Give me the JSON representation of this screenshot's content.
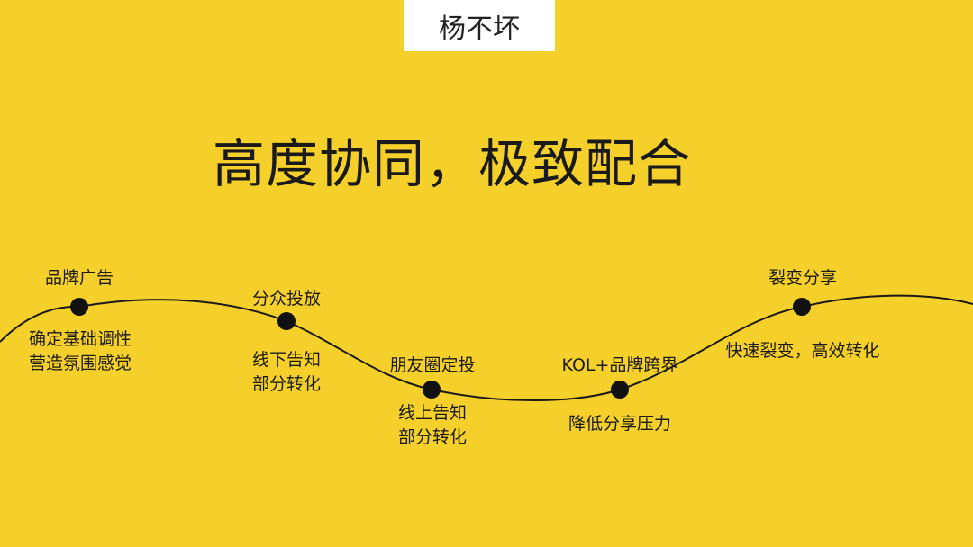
{
  "brand": "杨不坏",
  "title": "高度协同，极致配合",
  "stages": [
    {
      "name": "品牌广告",
      "desc": [
        "确定基础调性",
        "营造氛围感觉"
      ]
    },
    {
      "name": "分众投放",
      "desc": [
        "线下告知",
        "部分转化"
      ]
    },
    {
      "name": "朋友圈定投",
      "desc": [
        "线上告知",
        "部分转化"
      ]
    },
    {
      "name": "KOL+品牌跨界",
      "desc": [
        "降低分享压力"
      ]
    },
    {
      "name": "裂变分享",
      "desc": [
        "快速裂变，高效转化"
      ]
    }
  ],
  "colors": {
    "background": "#f5cf2a",
    "ink": "#1a1a1a",
    "brand_box": "#ffffff"
  }
}
